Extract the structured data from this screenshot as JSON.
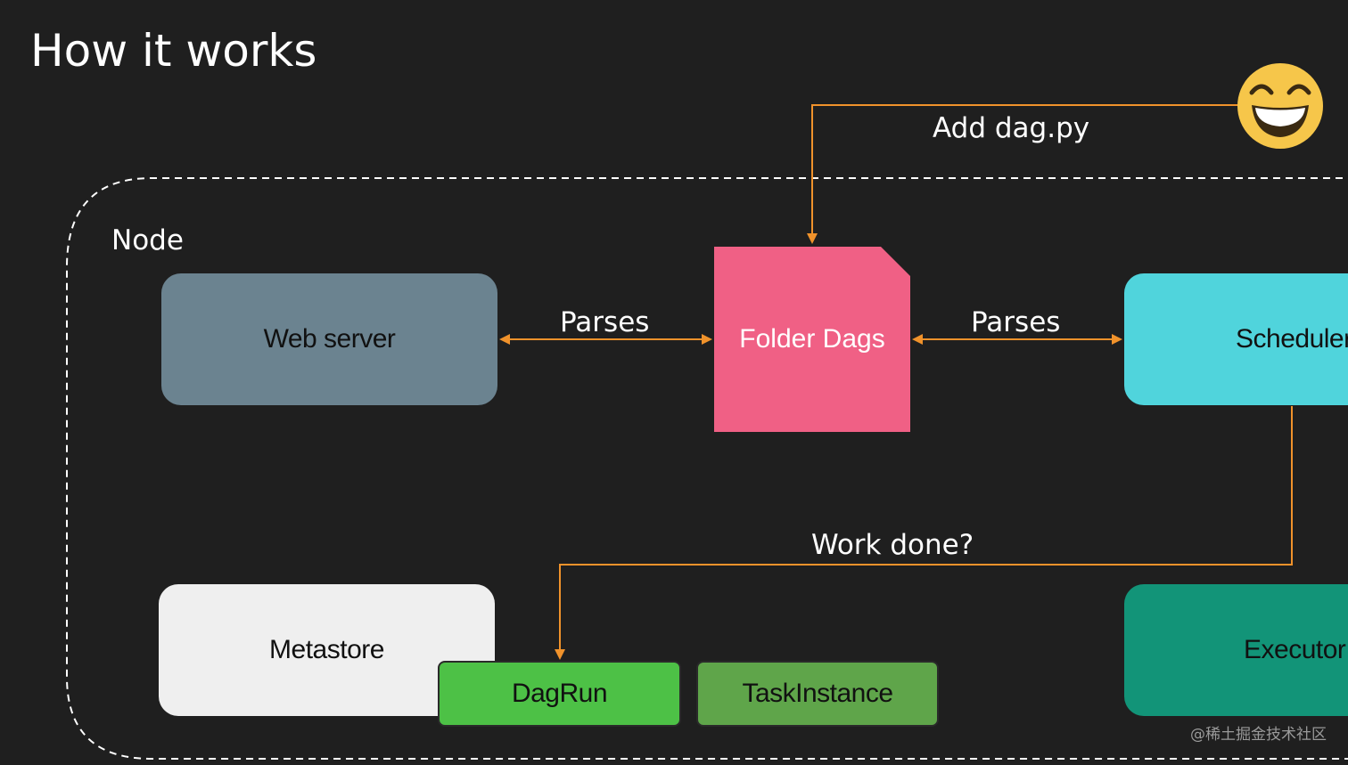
{
  "title": "How it works",
  "node_label": "Node",
  "nodes": {
    "web_server": "Web server",
    "folder_dags": "Folder Dags",
    "scheduler": "Scheduler",
    "metastore": "Metastore",
    "dagrun": "DagRun",
    "taskinstance": "TaskInstance",
    "executor": "Executor"
  },
  "edges": {
    "add_dag": "Add dag.py",
    "parses_left": "Parses",
    "parses_right": "Parses",
    "work_done": "Work done?"
  },
  "watermark": "@稀土掘金技术社区",
  "colors": {
    "background": "#1f1f1f",
    "arrow": "#f0922b",
    "web_server": "#6b8390",
    "folder_dags": "#f06085",
    "scheduler": "#50d4dc",
    "metastore": "#efefef",
    "dagrun": "#4dc146",
    "taskinstance": "#5fa54a",
    "executor": "#129478",
    "emoji": "#f6c64a"
  },
  "icons": {
    "user": "grinning-face-emoji"
  }
}
